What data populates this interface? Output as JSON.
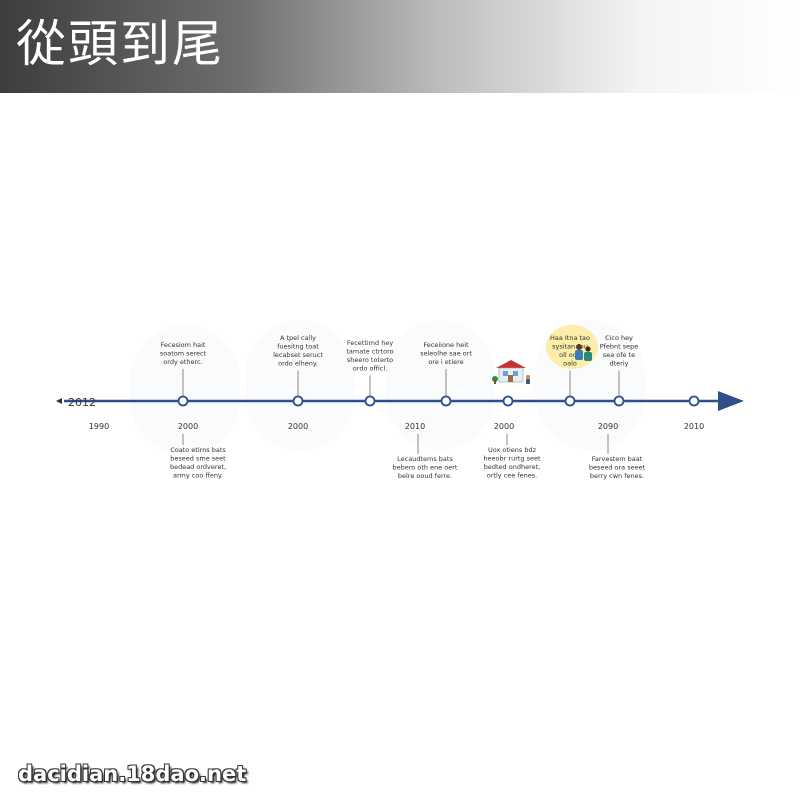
{
  "header": {
    "title": "從頭到尾"
  },
  "footer": {
    "url": "dacidian.18dao.net"
  },
  "timeline": {
    "start_label": "2012",
    "colors": {
      "line": "#2f4f8a",
      "node": "#2f4f8a",
      "text": "#333333",
      "highlight": "#fbeea8"
    },
    "year_labels": [
      "1990",
      "2000",
      "2000",
      "2010",
      "2000",
      "2090",
      "2010"
    ],
    "top_notes": [
      [
        "Fecesiom hait",
        "soatom serect",
        "ordy etherc."
      ],
      [
        "A tpel cally",
        "fuesitng toat",
        "lecabset seruct",
        "ordo elheny."
      ],
      [
        "Fecettimd hey",
        "tamate ctrtoro",
        "sheero toterto",
        "ordo officl."
      ],
      [
        "Feceiione heit",
        "seleolhe sae ort",
        "ore i etiere"
      ],
      [
        "Haa Itna tao",
        "sysitan tou",
        "oll oou",
        "oalo"
      ],
      [
        "Cico hey",
        "Pfebnt sepe",
        "sea ofe te",
        "dteriy"
      ]
    ],
    "bottom_notes": [
      [
        "Coato etirns bats",
        "beseed sme seet",
        "bedead ordveret,",
        "army coo ffeny."
      ],
      [
        "Lecaudtems bats",
        "bebero oth ene oert",
        "belre ooud ferre."
      ],
      [
        "Uox otiens bdz",
        "heeobr rurtg seet",
        "bedted ondheret,",
        "ortly cee fenes."
      ],
      [
        "Farvestem baat",
        "beseed ora seeet",
        "berry cwn fenes."
      ]
    ]
  }
}
